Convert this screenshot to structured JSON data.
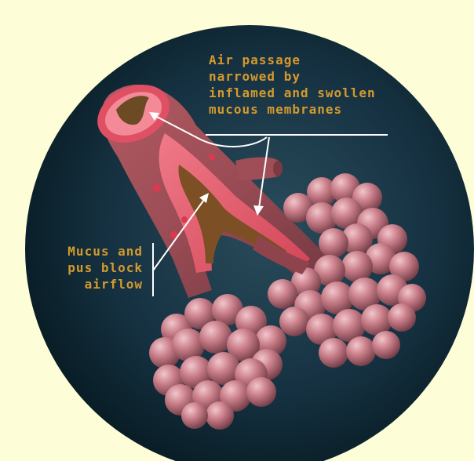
{
  "colors": {
    "background": "#fdfdd8",
    "circle_dark": "#071a22",
    "circle_mid": "#1f3e4d",
    "label_text": "#d49a2e",
    "leader_line": "#ffffff",
    "alveoli": "#c07a85",
    "airway": "#d2495e",
    "mucus": "#8a5a2a"
  },
  "labels": {
    "airway": {
      "lines": [
        "Air passage",
        "narrowed by",
        "inflamed and swollen",
        "mucous membranes"
      ]
    },
    "mucus": {
      "lines": [
        "Mucus and",
        "pus block",
        "airflow"
      ]
    }
  }
}
